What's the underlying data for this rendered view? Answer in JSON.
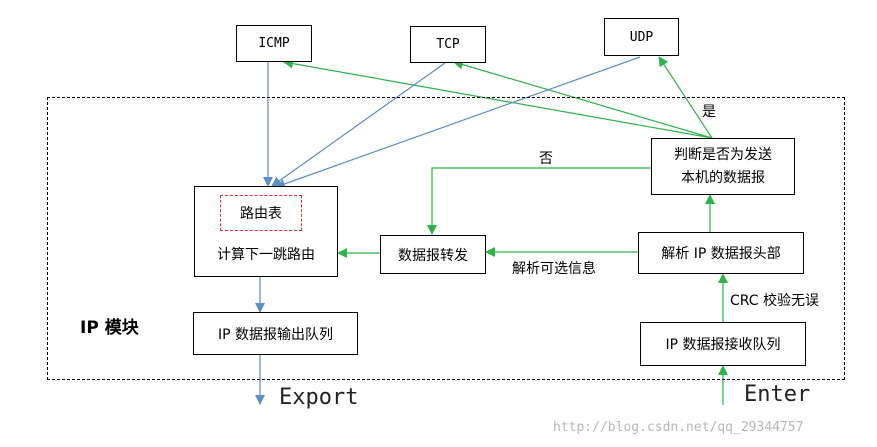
{
  "nodes": {
    "icmp": "ICMP",
    "tcp": "TCP",
    "udp": "UDP",
    "routing_table": "路由表",
    "next_hop": "计算下一跳路由",
    "forward": "数据报转发",
    "judge_line1": "判断是否为发送",
    "judge_line2": "本机的数据报",
    "parse_header": "解析 IP 数据报头部",
    "recv_queue": "IP 数据报接收队列",
    "out_queue": "IP 数据报输出队列"
  },
  "edge_labels": {
    "yes": "是",
    "no": "否",
    "selectable_info": "解析可选信息",
    "crc_ok": "CRC 校验无误"
  },
  "module_label": "IP 模块",
  "io": {
    "export": "Export",
    "enter": "Enter"
  },
  "watermark": "http://blog.csdn.net/qq_29344757",
  "colors": {
    "green": "#2db34a",
    "blue": "#5a8fc8",
    "red_dashed": "#e03030"
  }
}
